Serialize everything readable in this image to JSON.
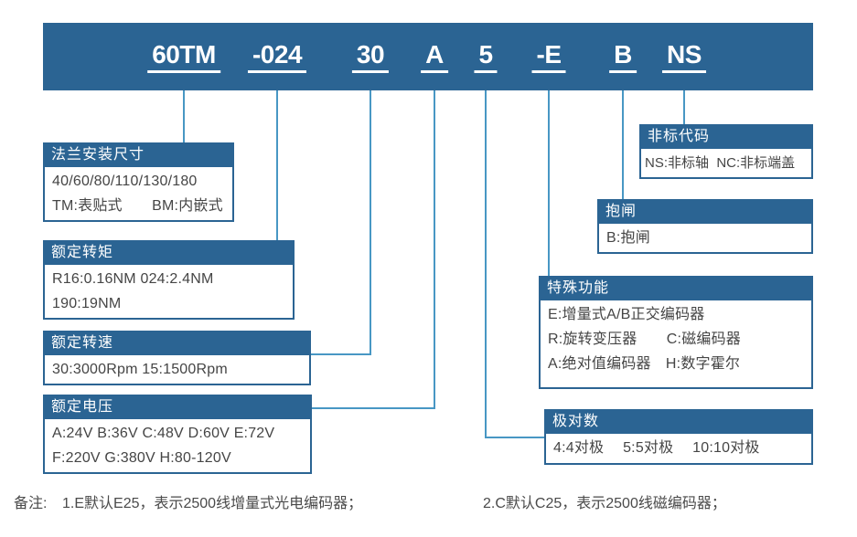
{
  "model_code": {
    "segments": [
      {
        "text": "60TM"
      },
      {
        "text": "-024"
      },
      {
        "text": "30"
      },
      {
        "text": "A"
      },
      {
        "text": "5"
      },
      {
        "text": "-E"
      },
      {
        "text": "B"
      },
      {
        "text": "NS"
      }
    ]
  },
  "boxes": [
    {
      "title": "法兰安装尺寸",
      "lines": [
        "40/60/80/110/130/180",
        "TM:表贴式　　BM:内嵌式"
      ]
    },
    {
      "title": "额定转矩",
      "lines": [
        "R16:0.16NM 024:2.4NM",
        "190:19NM"
      ]
    },
    {
      "title": "额定转速",
      "lines": [
        "30:3000Rpm 15:1500Rpm"
      ]
    },
    {
      "title": "额定电压",
      "lines": [
        "A:24V B:36V C:48V D:60V E:72V",
        "F:220V G:380V H:80-120V"
      ]
    },
    {
      "title": "非标代码",
      "lines": [
        "NS:非标轴  NC:非标端盖"
      ]
    },
    {
      "title": "抱闸",
      "lines": [
        "B:抱闸"
      ]
    },
    {
      "title": "特殊功能",
      "lines": [
        "E:增量式A/B正交编码器",
        "R:旋转变压器　　C:磁编码器",
        "A:绝对值编码器　H:数字霍尔"
      ]
    },
    {
      "title": "极对数",
      "lines": [
        "4:4对极　 5:5对极　 10:10对极"
      ]
    }
  ],
  "notes": {
    "label": "备注:",
    "items": [
      "1.E默认E25，表示2500线增量式光电编码器；",
      "2.C默认C25，表示2500线磁编码器；"
    ]
  },
  "colors": {
    "primary": "#2B6493",
    "connector": "#4897C4",
    "ink": "#454545",
    "note_ink": "#4A4A4A",
    "box_bg": "#FFFFFF"
  }
}
